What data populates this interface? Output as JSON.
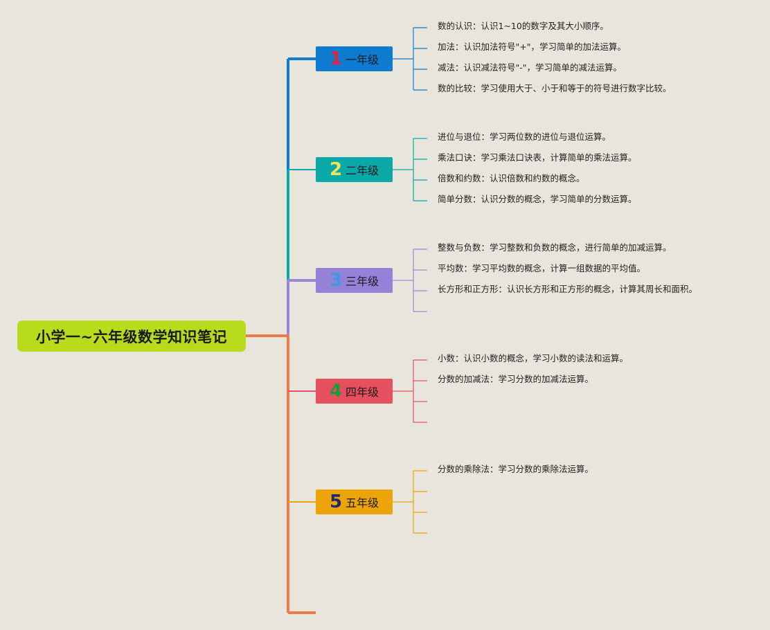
{
  "root": {
    "title": "小学一~六年级数学知识笔记"
  },
  "colors": {
    "background": "#e8e5dc",
    "root_fill": "#b8dc1c",
    "trunk_orange": "#ee7b48"
  },
  "grades": [
    {
      "number": "1",
      "label": "一年级",
      "fill": "#0c7bd0",
      "number_color": "#e8203f",
      "line_color": "#0c7bd0",
      "items": [
        "数的认识：认识1~10的数字及其大小顺序。",
        "加法：认识加法符号\"+\"，学习简单的加法运算。",
        "减法：认识减法符号\"-\"，学习简单的减法运算。",
        "数的比较：学习使用大于、小于和等于的符号进行数字比较。"
      ],
      "slots": 4
    },
    {
      "number": "2",
      "label": "二年级",
      "fill": "#0ba8a8",
      "number_color": "#f0e45a",
      "line_color": "#0ba8a8",
      "items": [
        "进位与退位：学习两位数的进位与退位运算。",
        "乘法口诀：学习乘法口诀表，计算简单的乘法运算。",
        "倍数和约数：认识倍数和约数的概念。",
        "简单分数：认识分数的概念，学习简单的分数运算。"
      ],
      "slots": 4
    },
    {
      "number": "3",
      "label": "三年级",
      "fill": "#9681d8",
      "number_color": "#3a9ae4",
      "line_color": "#9a86da",
      "items": [
        "整数与负数：学习整数和负数的概念，进行简单的加减运算。",
        "平均数：学习平均数的概念，计算一组数据的平均值。",
        "长方形和正方形：认识长方形和正方形的概念，计算其周长和面积。"
      ],
      "slots": 4
    },
    {
      "number": "4",
      "label": "四年级",
      "fill": "#e6505e",
      "number_color": "#1f9a3a",
      "line_color": "#e6505e",
      "items": [
        "小数：认识小数的概念，学习小数的读法和运算。",
        "分数的加减法：学习分数的加减法运算。"
      ],
      "slots": 4
    },
    {
      "number": "5",
      "label": "五年级",
      "fill": "#eca40a",
      "number_color": "#1e2a6a",
      "line_color": "#eca40a",
      "items": [
        "分数的乘除法：学习分数的乘除法运算。"
      ],
      "slots": 4
    }
  ]
}
